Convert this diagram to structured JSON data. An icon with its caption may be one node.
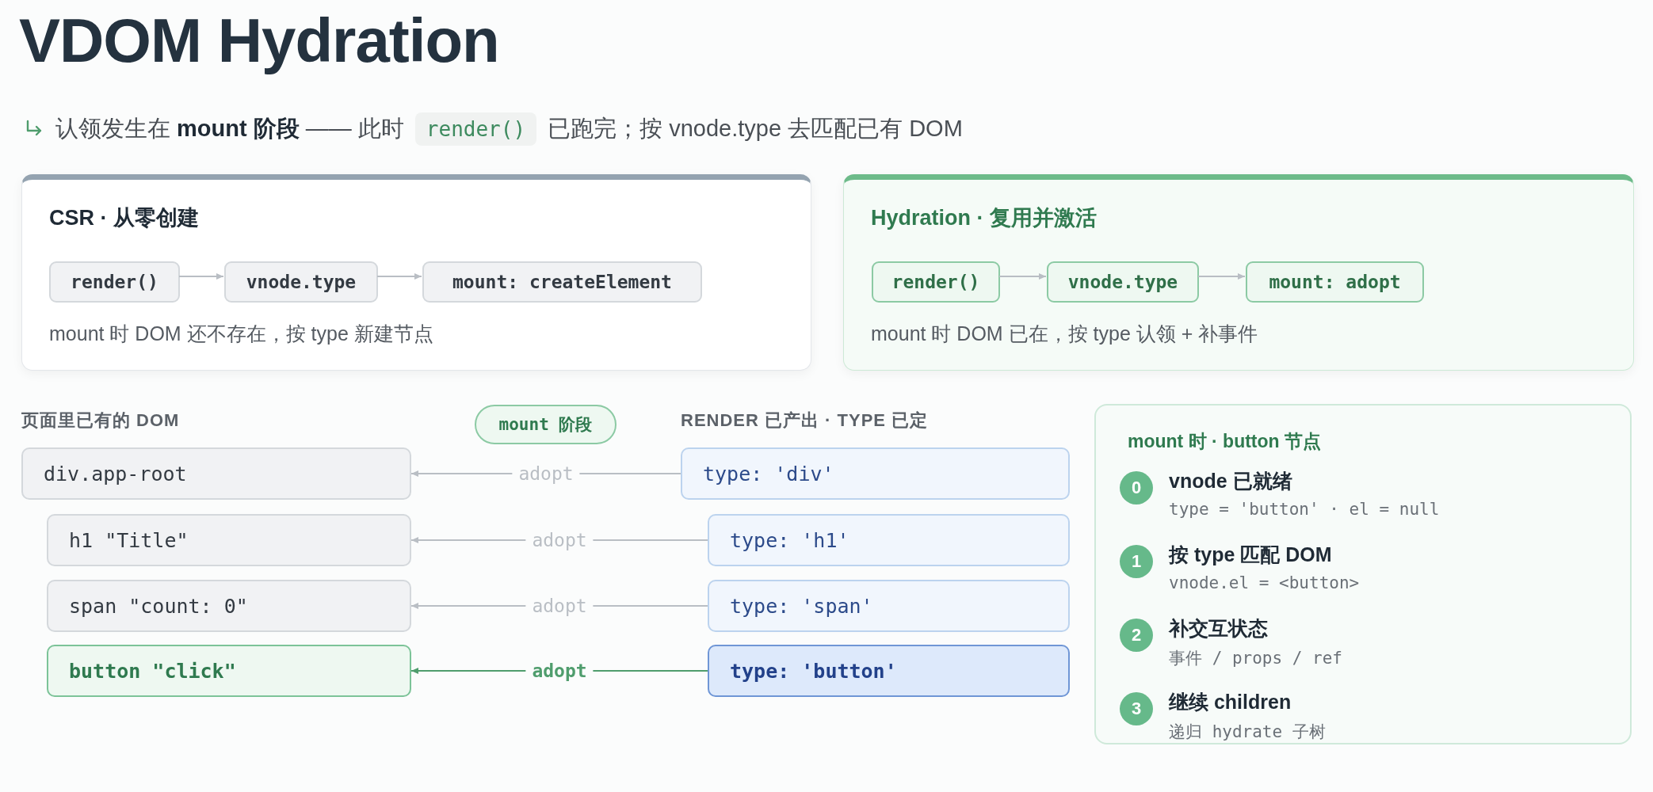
{
  "diagram": {
    "title": "VDOM Hydration",
    "nodes": [
      {
        "text": [
          "CSR · 从零创建",
          "mount 时 DOM 还不存在，按 type 新建节点"
        ]
      },
      {
        "text": [
          "render()"
        ],
        "in": 0
      },
      {
        "text": [
          "vnode.type"
        ],
        "in": 0
      },
      {
        "text": [
          "mount: createElement"
        ],
        "in": 0
      },
      {
        "text": [
          "Hydration · 复用并激活",
          "mount 时 DOM 已在，按 type 认领 + 补事件"
        ]
      },
      {
        "text": [
          "render()"
        ],
        "in": 4
      },
      {
        "text": [
          "vnode.type"
        ],
        "in": 4
      },
      {
        "text": [
          "mount: adopt"
        ],
        "in": 4
      },
      {
        "text": [
          "div.app-root"
        ]
      },
      {
        "text": [
          "h1 \"Title\""
        ]
      },
      {
        "text": [
          "span \"count: 0\""
        ]
      },
      {
        "text": [
          "button \"click\""
        ]
      },
      {
        "text": [
          "type: 'div'"
        ]
      },
      {
        "text": [
          "type: 'h1'"
        ]
      },
      {
        "text": [
          "type: 'span'"
        ]
      },
      {
        "text": [
          "type: 'button'"
        ]
      },
      {
        "text": [
          "mount 阶段"
        ]
      },
      {
        "text": [
          "mount 时 · button 节点"
        ]
      },
      {
        "text": [
          "0"
        ],
        "in": 17,
        "beside": [
          "vnode 已就绪",
          "type = 'button' · el = null"
        ]
      },
      {
        "text": [
          "1"
        ],
        "in": 17,
        "beside": [
          "按 type 匹配 DOM",
          "vnode.el = <button>"
        ]
      },
      {
        "text": [
          "2"
        ],
        "in": 17,
        "beside": [
          "补交互状态",
          "事件 / props / ref"
        ]
      },
      {
        "text": [
          "3"
        ],
        "in": 17,
        "beside": [
          "继续 children",
          "递归 hydrate 子树"
        ]
      }
    ],
    "edges": [
      {
        "from": 1,
        "to": 2,
        "arrow": "to"
      },
      {
        "from": 2,
        "to": 3,
        "arrow": "to"
      },
      {
        "from": 5,
        "to": 6,
        "arrow": "to"
      },
      {
        "from": 6,
        "to": 7,
        "arrow": "to"
      },
      {
        "from": 12,
        "to": 8,
        "arrow": "to",
        "label": "adopt"
      },
      {
        "from": 13,
        "to": 9,
        "arrow": "to",
        "label": "adopt"
      },
      {
        "from": 14,
        "to": 10,
        "arrow": "to",
        "label": "adopt"
      },
      {
        "from": 15,
        "to": 11,
        "arrow": "to",
        "label": "adopt",
        "color": "#4f9d6d"
      }
    ],
    "labels": [
      "认领发生在 **mount 阶段** —— 此时",
      "render()",
      "已跑完；按 vnode.type 去匹配已有 DOM",
      "页面里已有的 DOM",
      "RENDER 已产出 · TYPE 已定"
    ]
  }
}
